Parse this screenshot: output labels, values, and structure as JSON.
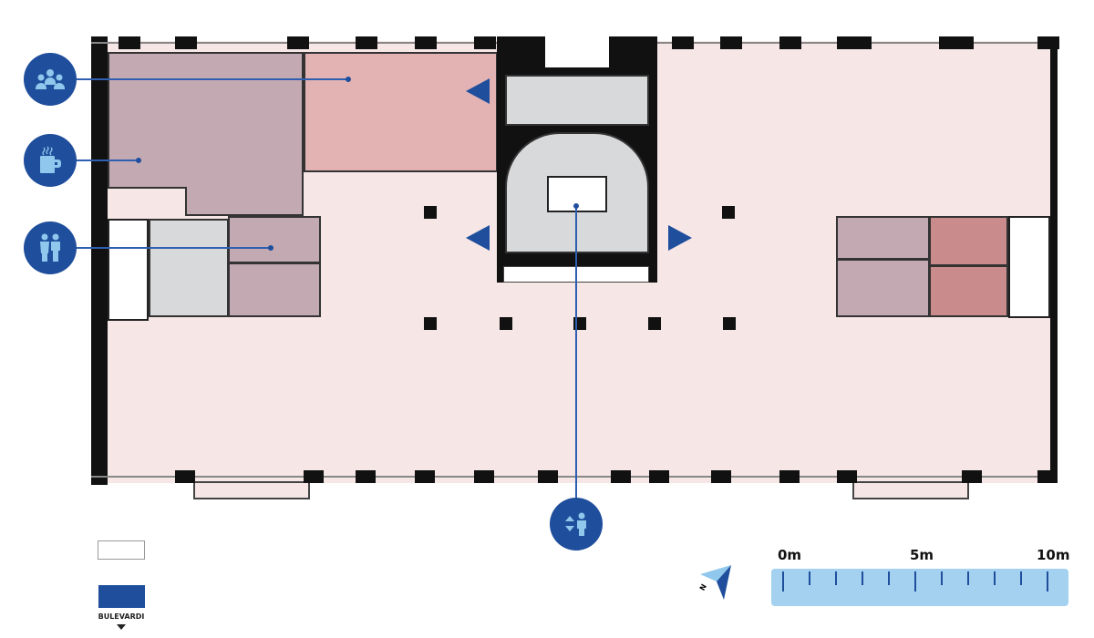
{
  "legend": {
    "empty_swatch_label": "",
    "street_label": "BULEVARDI"
  },
  "markers": [
    {
      "name": "meeting-room",
      "icon": "group-icon"
    },
    {
      "name": "kitchen",
      "icon": "coffee-mug-icon"
    },
    {
      "name": "restrooms",
      "icon": "restroom-icon"
    },
    {
      "name": "elevator",
      "icon": "elevator-icon"
    }
  ],
  "scale": {
    "labels": [
      "0m",
      "5m",
      "10m"
    ],
    "max_m": 10
  },
  "compass": {
    "label": "N"
  },
  "colors": {
    "accent": "#1f4e9c",
    "icon": "#8fc8ec",
    "floor": "#f6e6e6"
  }
}
